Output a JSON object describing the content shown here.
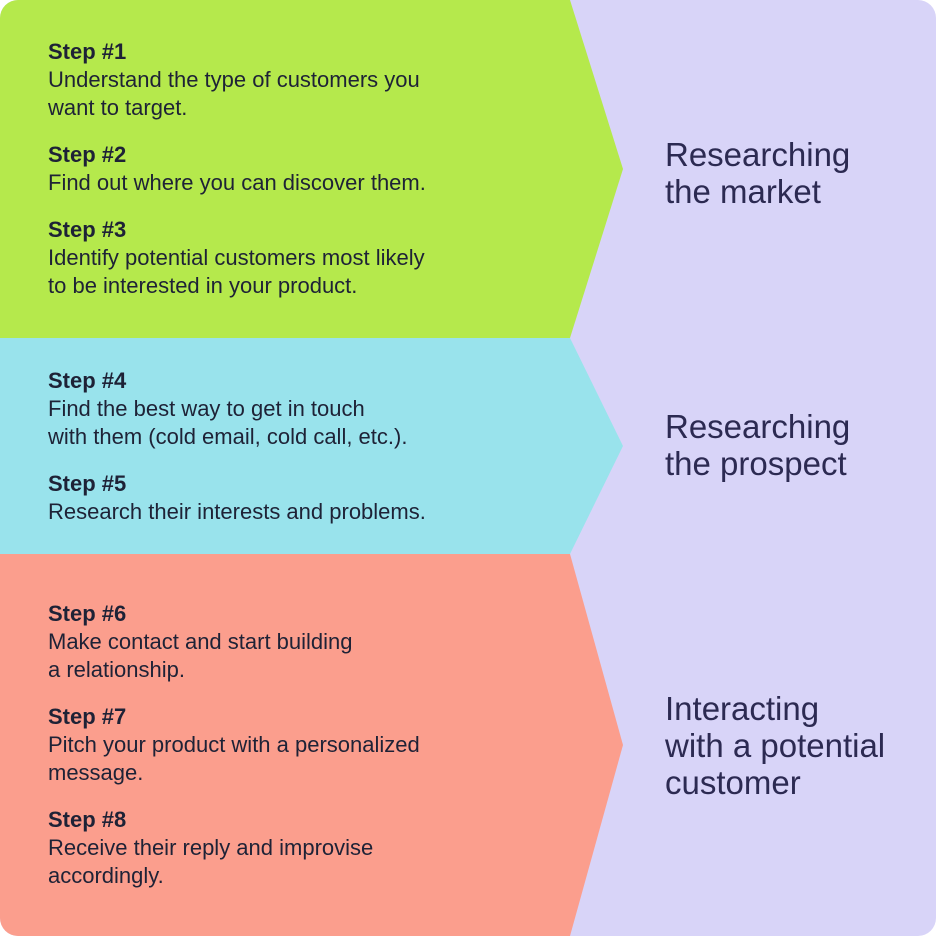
{
  "colors": {
    "page_background": "#ffffff",
    "canvas_background": "#d8d4f8",
    "block_market": "#b5e94c",
    "block_prospect": "#99e3ec",
    "block_interact": "#fb9e8d",
    "step_text": "#1e2236",
    "label_text": "#2c2a52"
  },
  "blocks": [
    {
      "name": "researching-the-market",
      "color": "#b5e94c",
      "label_lines": [
        "Researching",
        "the market"
      ],
      "steps": [
        {
          "heading": "Step #1",
          "lines": [
            "Understand the type of customers you",
            "want to target."
          ]
        },
        {
          "heading": "Step #2",
          "lines": [
            "Find out where you can discover them."
          ]
        },
        {
          "heading": "Step #3",
          "lines": [
            "Identify potential customers most likely",
            "to be interested in your product."
          ]
        }
      ]
    },
    {
      "name": "researching-the-prospect",
      "color": "#99e3ec",
      "label_lines": [
        "Researching",
        "the prospect"
      ],
      "steps": [
        {
          "heading": "Step #4",
          "lines": [
            "Find the best way to get in touch",
            "with them (cold email, cold call, etc.)."
          ]
        },
        {
          "heading": "Step #5",
          "lines": [
            "Research their interests and problems."
          ]
        }
      ]
    },
    {
      "name": "interacting-with-a-potential-customer",
      "color": "#fb9e8d",
      "label_lines": [
        "Interacting",
        "with a potential",
        "customer"
      ],
      "steps": [
        {
          "heading": "Step #6",
          "lines": [
            "Make contact and start building",
            "a relationship."
          ]
        },
        {
          "heading": "Step #7",
          "lines": [
            "Pitch your product with a personalized",
            "message."
          ]
        },
        {
          "heading": "Step #8",
          "lines": [
            "Receive their reply and improvise",
            "accordingly."
          ]
        }
      ]
    }
  ]
}
